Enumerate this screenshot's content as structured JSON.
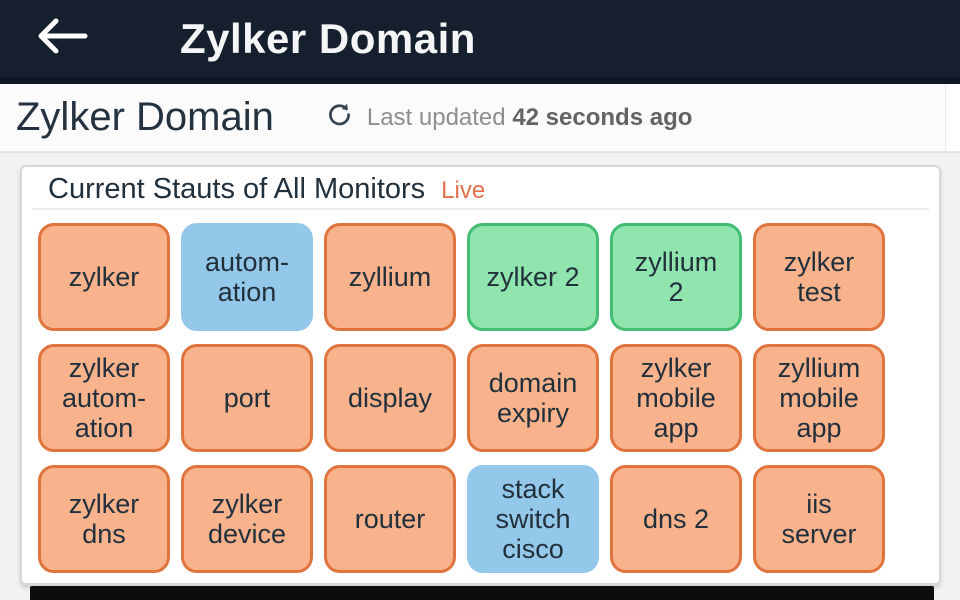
{
  "app_bar": {
    "title": "Zylker Domain",
    "back_icon": "arrow-left"
  },
  "header": {
    "title": "Zylker Domain",
    "refresh_icon": "refresh-clockwise",
    "last_updated_label": "Last updated",
    "last_updated_value": "42 seconds ago"
  },
  "card": {
    "title": "Current Stauts of All Monitors",
    "live_badge": "Live"
  },
  "monitors": [
    {
      "label": "zylker",
      "status": "trouble"
    },
    {
      "label": "autom-\nation",
      "status": "maintenance"
    },
    {
      "label": "zyllium",
      "status": "trouble"
    },
    {
      "label": "zylker 2",
      "status": "up"
    },
    {
      "label": "zyllium\n2",
      "status": "up"
    },
    {
      "label": "zylker\ntest",
      "status": "trouble"
    },
    {
      "label": "zylker\nautom-\nation",
      "status": "trouble"
    },
    {
      "label": "port",
      "status": "trouble"
    },
    {
      "label": "display",
      "status": "trouble"
    },
    {
      "label": "domain\nexpiry",
      "status": "trouble"
    },
    {
      "label": "zylker\nmobile\napp",
      "status": "trouble"
    },
    {
      "label": "zyllium\nmobile\napp",
      "status": "trouble"
    },
    {
      "label": "zylker\ndns",
      "status": "trouble"
    },
    {
      "label": "zylker\ndevice",
      "status": "trouble"
    },
    {
      "label": "router",
      "status": "trouble"
    },
    {
      "label": "stack\nswitch\ncisco",
      "status": "maintenance"
    },
    {
      "label": "dns 2",
      "status": "trouble"
    },
    {
      "label": "iis\nserver",
      "status": "trouble"
    }
  ],
  "status_colors": {
    "trouble": {
      "fill": "#f8b28c",
      "border": "#e0743e"
    },
    "up": {
      "fill": "#90e5af",
      "border": "#43bd72"
    },
    "maintenance": {
      "fill": "#94c8ea",
      "border": "#94c8ea"
    }
  },
  "colors": {
    "appbar_bg": "#151f2d",
    "live_accent": "#e0714a",
    "text_dark": "#22303c"
  }
}
